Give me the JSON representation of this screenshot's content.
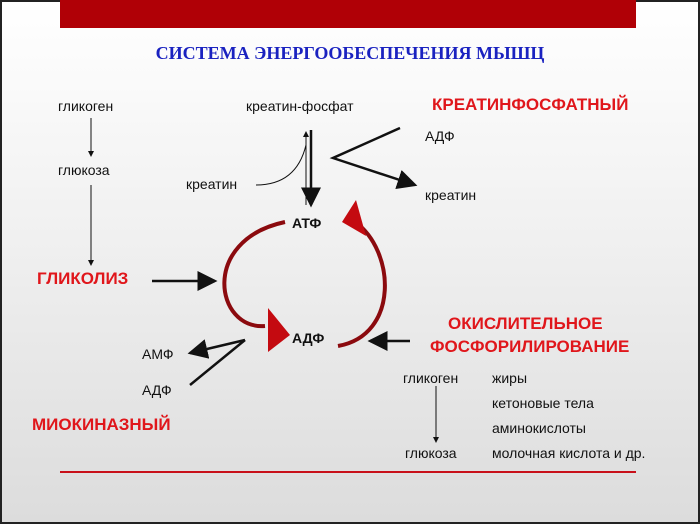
{
  "title": "СИСТЕМА ЭНЕРГООБЕСПЕЧЕНИЯ МЫШЦ",
  "glycolysis": {
    "glycogen": "гликоген",
    "glucose": "глюкоза",
    "label": "ГЛИКОЛИЗ"
  },
  "creatine_phosphate": {
    "cp": "креатин-фосфат",
    "label": "КРЕАТИНФОСФАТНЫЙ",
    "adp": "АДФ",
    "creatine_right": "креатин",
    "creatine_left": "креатин"
  },
  "cycle": {
    "atp": "АТФ",
    "adp": "АДФ"
  },
  "oxidative": {
    "line1": "ОКИСЛИТЕЛЬНОЕ",
    "line2": "ФОСФОРИЛИРОВАНИЕ",
    "glycogen": "гликоген",
    "glucose": "глюкоза",
    "substrates": [
      "жиры",
      "кетоновые тела",
      "аминокислоты",
      "молочная кислота и др."
    ]
  },
  "myokinase": {
    "amp": "АМФ",
    "adp": "АДФ",
    "label": "МИОКИНАЗНЫЙ"
  },
  "colors": {
    "accent": "#b00006",
    "label_red": "#e0161b",
    "title_blue": "#1a22c0"
  }
}
